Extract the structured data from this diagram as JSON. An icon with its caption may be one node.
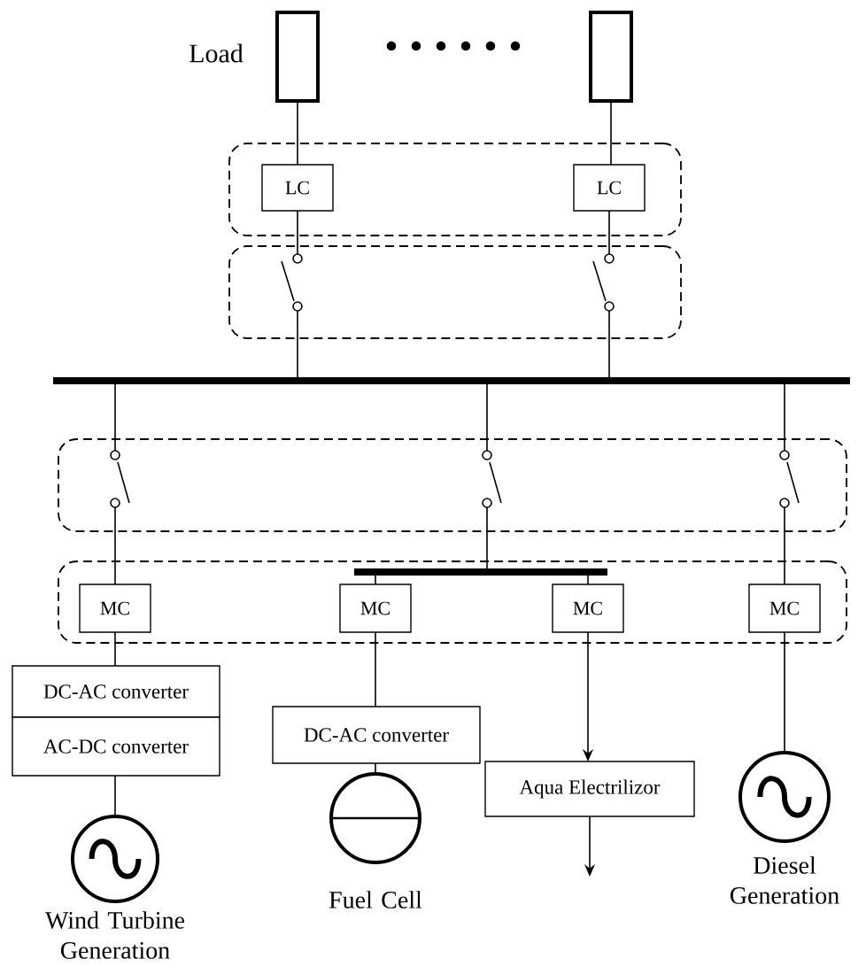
{
  "diagram": {
    "nodes": [
      {
        "text": [],
        "shape": "box",
        "beside": [
          "Load"
        ]
      },
      {
        "text": [],
        "shape": "box"
      },
      {
        "text": [],
        "shape": "box"
      },
      {
        "text": [
          "LC"
        ],
        "in": 2
      },
      {
        "text": [
          "LC"
        ],
        "in": 2
      },
      {
        "text": [],
        "shape": "box"
      },
      {
        "text": [],
        "shape": "switch",
        "in": 5
      },
      {
        "text": [],
        "shape": "switch",
        "in": 5
      },
      {
        "text": [],
        "shape": "bar"
      },
      {
        "text": [],
        "shape": "box"
      },
      {
        "text": [],
        "shape": "switch",
        "in": 9
      },
      {
        "text": [],
        "shape": "switch",
        "in": 9
      },
      {
        "text": [],
        "shape": "switch",
        "in": 9
      },
      {
        "text": [],
        "shape": "box"
      },
      {
        "text": [],
        "shape": "bar",
        "in": 13
      },
      {
        "text": [
          "MC"
        ],
        "in": 13
      },
      {
        "text": [
          "MC"
        ],
        "in": 13
      },
      {
        "text": [
          "MC"
        ],
        "in": 13
      },
      {
        "text": [
          "MC"
        ],
        "in": 13
      },
      {
        "text": [
          "DC-AC converter"
        ]
      },
      {
        "text": [
          "AC-DC converter"
        ]
      },
      {
        "text": [],
        "shape": "generator",
        "beside": [
          "Wind Turbine Generation"
        ]
      },
      {
        "text": [
          "DC-AC converter"
        ]
      },
      {
        "text": [],
        "shape": "fuel-cell",
        "beside": [
          "Fuel Cell"
        ]
      },
      {
        "text": [
          "Aqua Electrilizor"
        ]
      },
      {
        "text": [],
        "shape": "generator",
        "beside": [
          "Diesel Generation"
        ]
      }
    ],
    "edges": [
      {
        "from": 0,
        "to": 3,
        "arrow": "none"
      },
      {
        "from": 1,
        "to": 4,
        "arrow": "none"
      },
      {
        "from": 3,
        "to": 6,
        "arrow": "none"
      },
      {
        "from": 4,
        "to": 7,
        "arrow": "none"
      },
      {
        "from": 6,
        "to": 8,
        "arrow": "none"
      },
      {
        "from": 7,
        "to": 8,
        "arrow": "none"
      },
      {
        "from": 8,
        "to": 10,
        "arrow": "none"
      },
      {
        "from": 8,
        "to": 11,
        "arrow": "none"
      },
      {
        "from": 8,
        "to": 12,
        "arrow": "none"
      },
      {
        "from": 10,
        "to": 15,
        "arrow": "none"
      },
      {
        "from": 11,
        "to": 14,
        "arrow": "none"
      },
      {
        "from": 14,
        "to": 16,
        "arrow": "none"
      },
      {
        "from": 14,
        "to": 17,
        "arrow": "none"
      },
      {
        "from": 12,
        "to": 18,
        "arrow": "none"
      },
      {
        "from": 15,
        "to": 19,
        "arrow": "none"
      },
      {
        "from": 20,
        "to": 21,
        "arrow": "none"
      },
      {
        "from": 16,
        "to": 22,
        "arrow": "none"
      },
      {
        "from": 22,
        "to": 23,
        "arrow": "none"
      },
      {
        "from": 17,
        "to": 24,
        "arrow": "to"
      },
      {
        "from": 24,
        "to": null,
        "arrow": "to"
      },
      {
        "from": 18,
        "to": 25,
        "arrow": "none"
      }
    ]
  }
}
